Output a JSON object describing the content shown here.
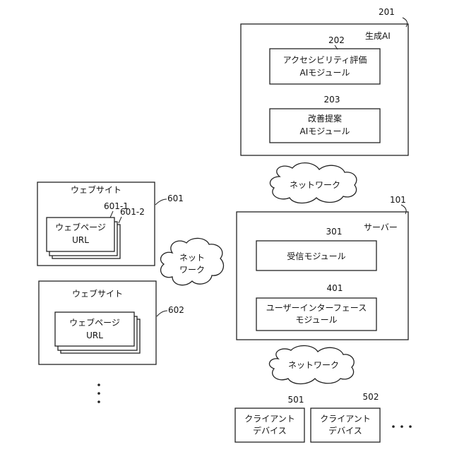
{
  "generative_ai": {
    "ref": "201",
    "title": "生成AI",
    "accessibility_module": {
      "ref": "202",
      "line1": "アクセシビリティ評価",
      "line2": "AIモジュール"
    },
    "improvement_module": {
      "ref": "203",
      "line1": "改善提案",
      "line2": "AIモジュール"
    }
  },
  "network_top": {
    "label": "ネットワーク"
  },
  "server": {
    "ref": "101",
    "title": "サーバー",
    "receiving_module": {
      "ref": "301",
      "label": "受信モジュール"
    },
    "ui_module": {
      "ref": "401",
      "line1": "ユーザーインターフェース",
      "line2": "モジュール"
    }
  },
  "network_mid": {
    "line1": "ネット",
    "line2": "ワーク"
  },
  "network_bottom": {
    "label": "ネットワーク"
  },
  "website_1": {
    "ref": "601",
    "title": "ウェブサイト",
    "page_ref_1": "601-1",
    "page_ref_2": "601-2",
    "page_label": "ウェブページ",
    "page_url": "URL"
  },
  "website_2": {
    "ref": "602",
    "title": "ウェブサイト",
    "page_label": "ウェブページ",
    "page_url": "URL"
  },
  "client_1": {
    "ref": "501",
    "line1": "クライアント",
    "line2": "デバイス"
  },
  "client_2": {
    "ref": "502",
    "line1": "クライアント",
    "line2": "デバイス"
  }
}
